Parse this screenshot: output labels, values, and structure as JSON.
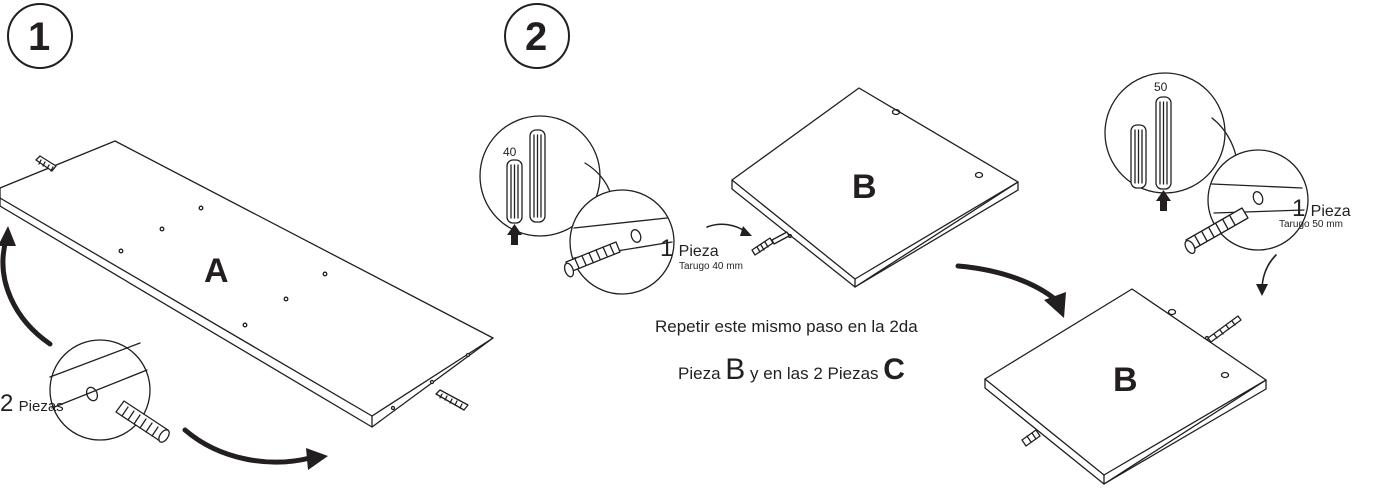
{
  "step1": {
    "number": "1",
    "piece": "A",
    "quantity": {
      "count": "2",
      "unit": "Piezas"
    }
  },
  "step2": {
    "number": "2",
    "piece_top": "B",
    "piece_bottom": "B",
    "detail_40": {
      "size": "40",
      "count": "1",
      "unit": "Pieza",
      "dowel": "Tarugo 40 mm"
    },
    "detail_50": {
      "size": "50",
      "count": "1",
      "unit": "Pieza",
      "dowel": "Tarugo 50 mm"
    },
    "note": {
      "line1": "Repetir este mismo paso en la 2da",
      "line2_a": "Pieza",
      "line2_b": "B",
      "line2_c": "y en las 2 Piezas",
      "line2_d": "C"
    }
  },
  "colors": {
    "ink": "#231f20",
    "paper": "#ffffff"
  }
}
